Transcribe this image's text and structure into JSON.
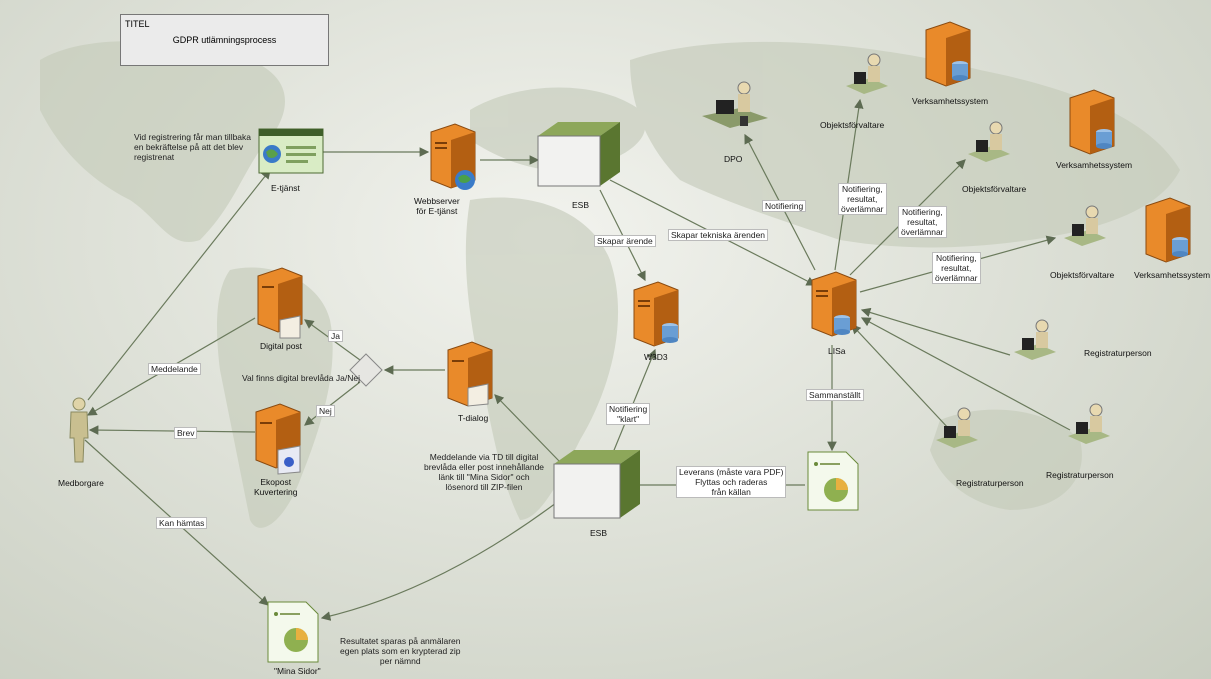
{
  "title_box": {
    "label": "TITEL",
    "title": "GDPR utlämningsprocess"
  },
  "colors": {
    "server": "#e98a2a",
    "server_dark": "#b35f12",
    "esb": "#6e8a3e",
    "line": "#66775a",
    "doc": "#8fb050"
  },
  "nodes": {
    "eservice": "E-tjänst",
    "webserver": "Webbserver\nför E-tjänst",
    "esb_top": "ESB",
    "w3d3": "W3D3",
    "dpo": "DPO",
    "lisa": "LISa",
    "digital_post": "Digital post",
    "tdialog": "T-dialog",
    "ekopost": "Ekopost\nKuvertering",
    "medborgare": "Medborgare",
    "esb_bottom": "ESB",
    "mina_sidor": "\"Mina Sidor\"",
    "objekt1": "Objektsförvaltare",
    "objekt2": "Objektsförvaltare",
    "objekt3": "Objektsförvaltare",
    "verksamhet1": "Verksamhetssystem",
    "verksamhet2": "Verksamhetssystem",
    "verksamhet3": "Verksamhetssystem",
    "registrator1": "Registraturperson",
    "registrator2": "Registraturperson",
    "registrator3": "Registraturperson"
  },
  "notes": {
    "registration": "Vid registrering får man tillbaka\nen bekräftelse på att det blev\nregistrenat",
    "decision": "Val finns digital brevlåda Ja/Nej",
    "td_message": "Meddelande via TD till digital\nbrevlåda eller post innehållande\nlänk till \"Mina Sidor\" och\nlösenord till ZIP-filen",
    "result": "Resultatet sparas på anmälaren\negen plats som en krypterad zip\nper nämnd"
  },
  "edge_labels": {
    "skapar_arende": "Skapar ärende",
    "skapar_tekniska": "Skapar tekniska ärenden",
    "notifiering": "Notifiering",
    "notif_obj1": "Notifiering,\nresultat,\növerlämnar",
    "notif_obj2": "Notifiering,\nresultat,\növerlämnar",
    "notif_obj3": "Notifiering,\nresultat,\növerlämnar",
    "notif_klart": "Notifiering\n\"klart\"",
    "sammanstallt": "Sammanställt",
    "leverans": "Leverans (måste vara PDF)\nFlyttas och raderas\nfrån källan",
    "meddelande": "Meddelande",
    "ja": "Ja",
    "nej": "Nej",
    "brev": "Brev",
    "kan_hamtas": "Kan hämtas"
  }
}
